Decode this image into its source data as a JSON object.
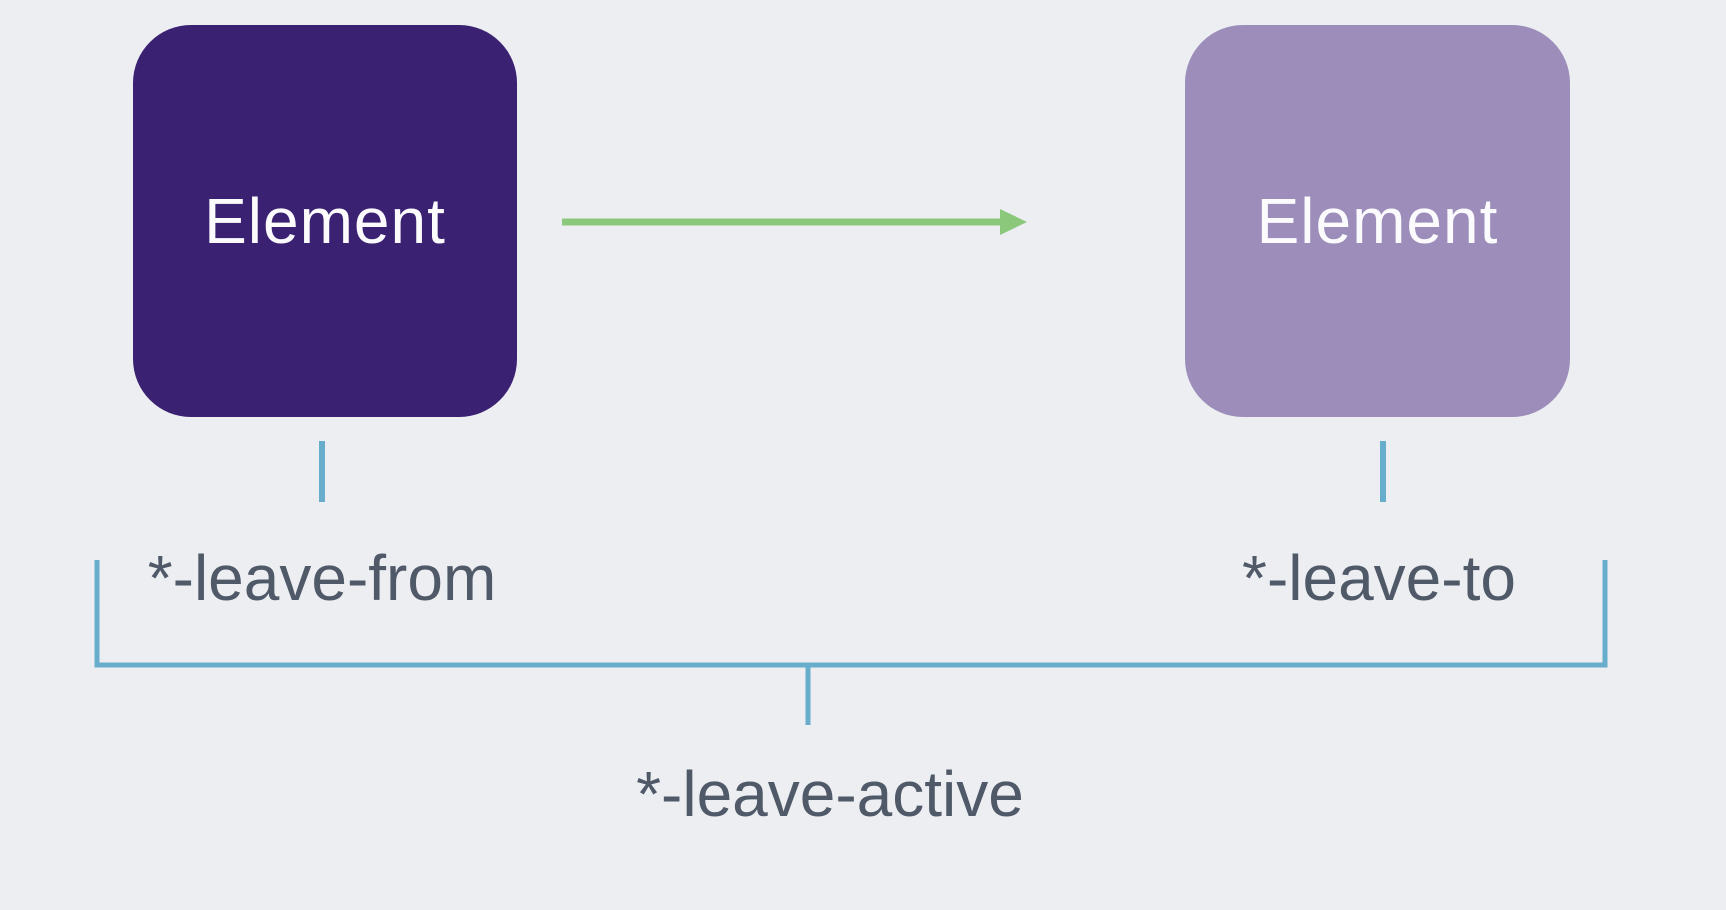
{
  "diagram": {
    "title_implied": "transition leave classes",
    "nodes": [
      {
        "id": "from",
        "label": "Element"
      },
      {
        "id": "to",
        "label": "Element"
      }
    ],
    "arrow": {
      "direction": "left-to-right"
    },
    "class_labels": {
      "leave_from": "*-leave-from",
      "leave_to": "*-leave-to",
      "leave_active": "*-leave-active"
    }
  },
  "colors": {
    "background": "#eceef2",
    "box_from": "#3b2171",
    "box_to": "#9c8dba",
    "box_text": "#fbfafd",
    "arrow": "#8bc87c",
    "bracket": "#68adcb",
    "label_text": "#4f5968"
  }
}
